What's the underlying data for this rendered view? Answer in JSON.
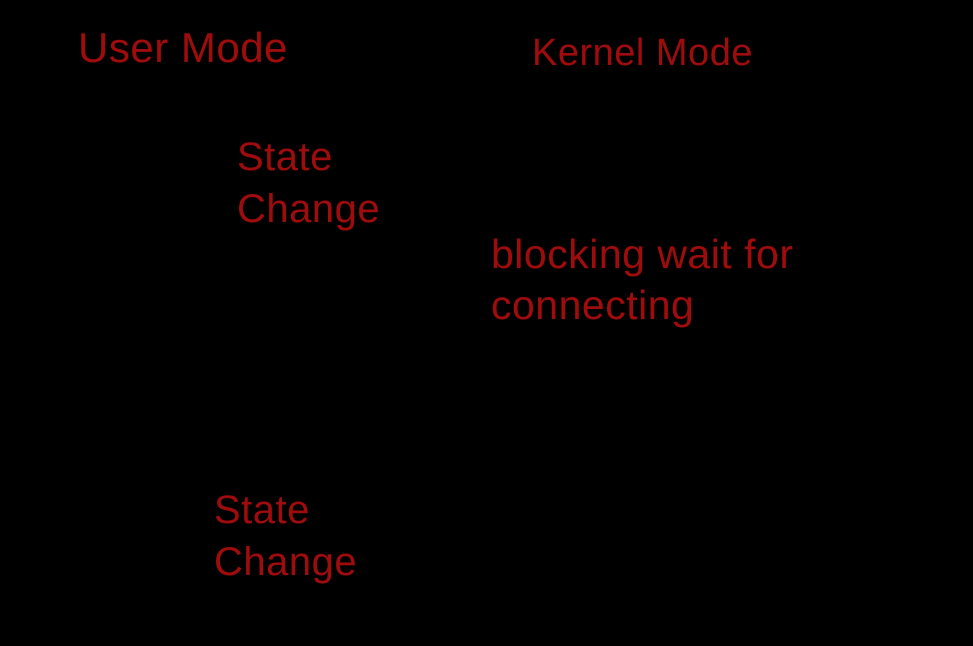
{
  "diagram": {
    "colors": {
      "background": "#000000",
      "text": "#A00C0C"
    },
    "labels": {
      "user_mode": "User Mode",
      "kernel_mode": "Kernel Mode",
      "state_change_top": "State\nChange",
      "blocking_wait": "blocking wait for\nconnecting",
      "state_change_bottom": "State\nChange"
    }
  }
}
